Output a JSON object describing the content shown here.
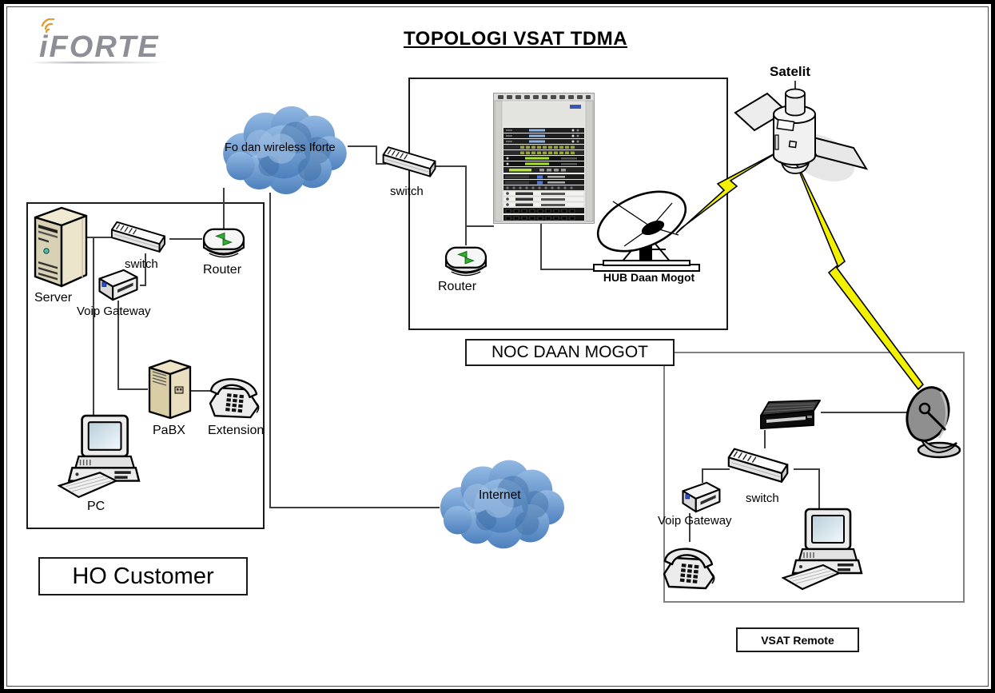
{
  "logo": {
    "text": "iFORTE"
  },
  "title": "TOPOLOGI VSAT TDMA",
  "satellite": {
    "label": "Satelit"
  },
  "clouds": {
    "iforte": {
      "label": "Fo dan wireless Iforte"
    },
    "internet": {
      "label": "Internet"
    }
  },
  "noc": {
    "box_label": "NOC DAAN MOGOT",
    "switch_label": "switch",
    "router_label": "Router",
    "hub_label": "HUB Daan Mogot"
  },
  "ho": {
    "box_label": "HO Customer",
    "server_label": "Server",
    "switch_label": "switch",
    "voip_label": "Voip Gateway",
    "router_label": "Router",
    "pabx_label": "PaBX",
    "extension_label": "Extension",
    "pc_label": "PC"
  },
  "vsat": {
    "box_label": "VSAT Remote",
    "switch_label": "switch",
    "voip_label": "Voip Gateway"
  },
  "colors": {
    "cloud_blue": "#5d8fc7",
    "cloud_dark": "#39699f",
    "lightning_yellow": "#f2f200",
    "line_gray": "#3f3f3f",
    "logo_gray": "#8e8e96",
    "logo_orange": "#e39b2d",
    "server_beige": "#d9d1b4"
  }
}
